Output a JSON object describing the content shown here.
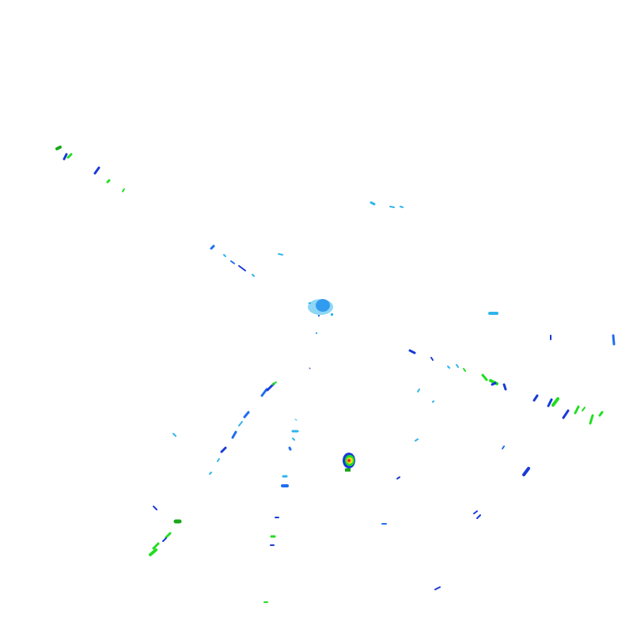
{
  "colors": {
    "background": "#ffffff",
    "light_cyan": "#2fb4ec",
    "mid_blue": "#1e6ef0",
    "dark_blue": "#1a3ad8",
    "green": "#22dd22",
    "dark_green": "#1aa81a",
    "yellow": "#f2e02a",
    "orange": "#f08a1e",
    "red": "#e02020"
  },
  "layers": [
    {
      "name": "echo-cluster-center",
      "kind": "precipitation-echo"
    },
    {
      "name": "echo-cluster-south",
      "kind": "precipitation-echo"
    },
    {
      "name": "clutter-streaks",
      "kind": "radar-clutter"
    }
  ]
}
